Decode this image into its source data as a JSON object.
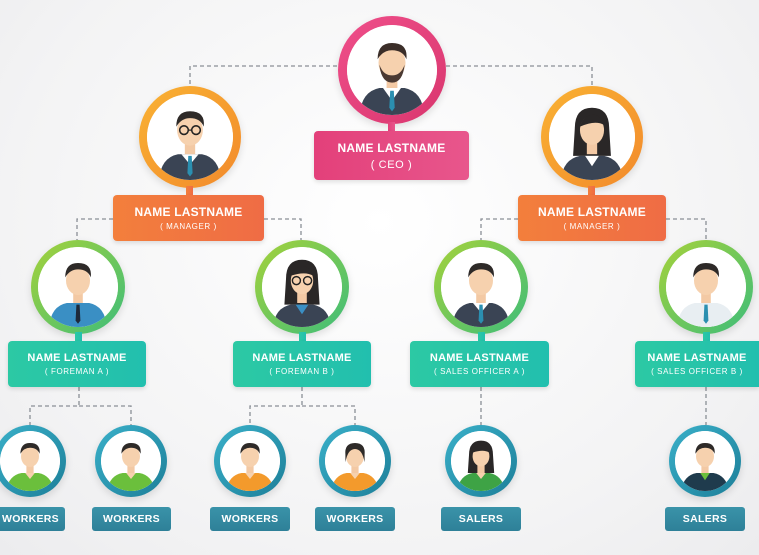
{
  "ceo": {
    "name": "NAME LASTNAME",
    "role": "( CEO )"
  },
  "managers": [
    {
      "name": "NAME LASTNAME",
      "role": "( MANAGER )"
    },
    {
      "name": "NAME LASTNAME",
      "role": "( MANAGER )"
    }
  ],
  "leads": [
    {
      "name": "NAME LASTNAME",
      "role": "( FOREMAN A )"
    },
    {
      "name": "NAME LASTNAME",
      "role": "( FOREMAN B )"
    },
    {
      "name": "NAME LASTNAME",
      "role": "( SALES OFFICER A )"
    },
    {
      "name": "NAME LASTNAME",
      "role": "( SALES OFFICER B )"
    }
  ],
  "staff": [
    {
      "label": "WORKERS"
    },
    {
      "label": "WORKERS"
    },
    {
      "label": "WORKERS"
    },
    {
      "label": "WORKERS"
    },
    {
      "label": "SALERS"
    },
    {
      "label": "SALERS"
    }
  ],
  "colors": {
    "ceo": "#e3407a",
    "manager": "#f37f3c",
    "lead": "#2cc9a4",
    "staff": "#3a93a9",
    "connector": "#8a8f96"
  },
  "icons": {
    "ceo": "male-bearded-avatar-icon",
    "manager_left": "male-glasses-avatar-icon",
    "manager_right": "female-avatar-icon",
    "lead_a": "male-avatar-icon",
    "lead_b": "female-glasses-avatar-icon",
    "lead_sales_a": "male-avatar-icon",
    "lead_sales_b": "male-avatar-icon",
    "worker": "worker-avatar-icon",
    "saler": "saler-avatar-icon"
  }
}
